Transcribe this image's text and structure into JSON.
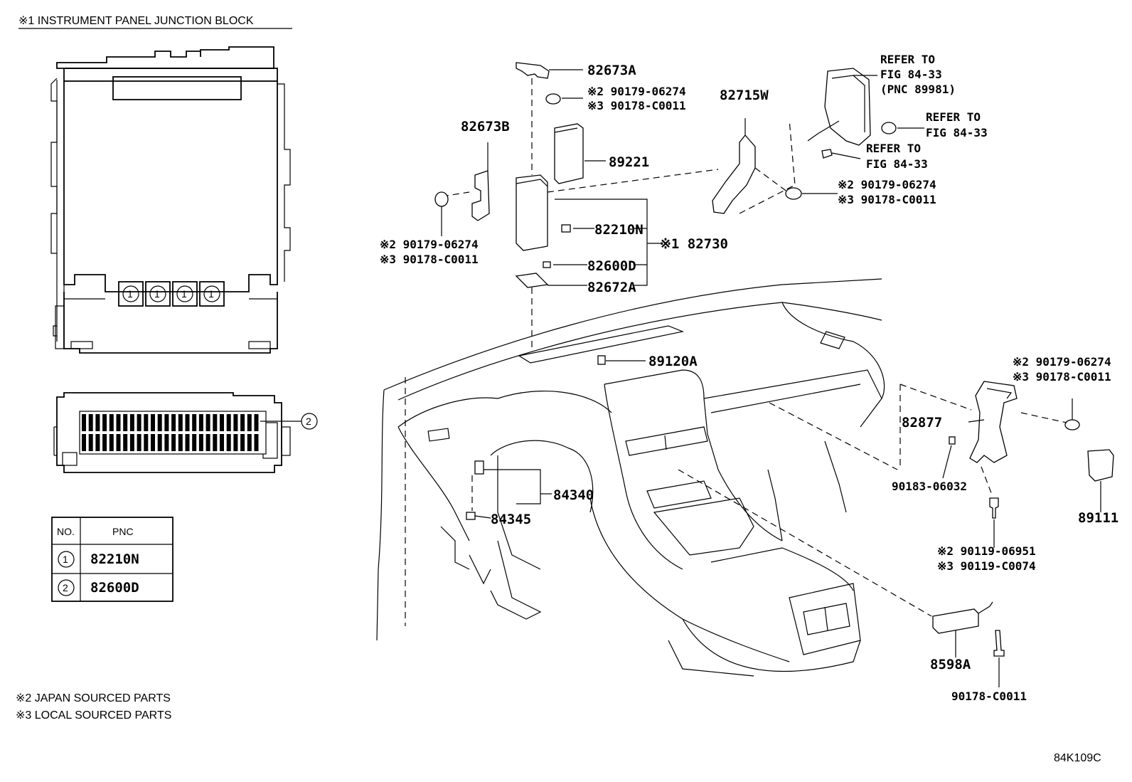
{
  "header": {
    "junction_block_title": "※1 INSTRUMENT PANEL JUNCTION BLOCK"
  },
  "junction_block": {
    "callout_1": "1",
    "callout_2": "2"
  },
  "pnc_table": {
    "col_no": "NO.",
    "col_pnc": "PNC",
    "rows": [
      {
        "no": "1",
        "pnc": "82210N"
      },
      {
        "no": "2",
        "pnc": "82600D"
      }
    ]
  },
  "labels": {
    "p82673A": "82673A",
    "p82673A_j": "※2 90179-06274",
    "p82673A_l": "※3 90178-C0011",
    "p82673B": "82673B",
    "p82673B_j": "※2 90179-06274",
    "p82673B_l": "※3 90178-C0011",
    "p89221": "89221",
    "p82210N": "82210N",
    "p82730": "※1 82730",
    "p82600D": "82600D",
    "p82672A": "82672A",
    "p82715W": "82715W",
    "refer1_a": "REFER TO",
    "refer1_b": "FIG 84-33",
    "refer1_c": "(PNC 89981)",
    "refer2_a": "REFER TO",
    "refer2_b": "FIG 84-33",
    "refer3_a": "REFER TO",
    "refer3_b": "FIG 84-33",
    "p82715W_j": "※2 90179-06274",
    "p82715W_l": "※3 90178-C0011",
    "p89120A": "89120A",
    "p84340": "84340",
    "p84345": "84345",
    "p82877": "82877",
    "p82877_j": "※2 90179-06274",
    "p82877_l": "※3 90178-C0011",
    "p90183": "90183-06032",
    "p89111": "89111",
    "p90119_j": "※2 90119-06951",
    "p90119_l": "※3 90119-C0074",
    "p8598A": "8598A",
    "p90178": "90178-C0011"
  },
  "notes": {
    "japan": "※2 JAPAN SOURCED PARTS",
    "local": "※3 LOCAL SOURCED PARTS"
  },
  "figure_code": "84K109C"
}
